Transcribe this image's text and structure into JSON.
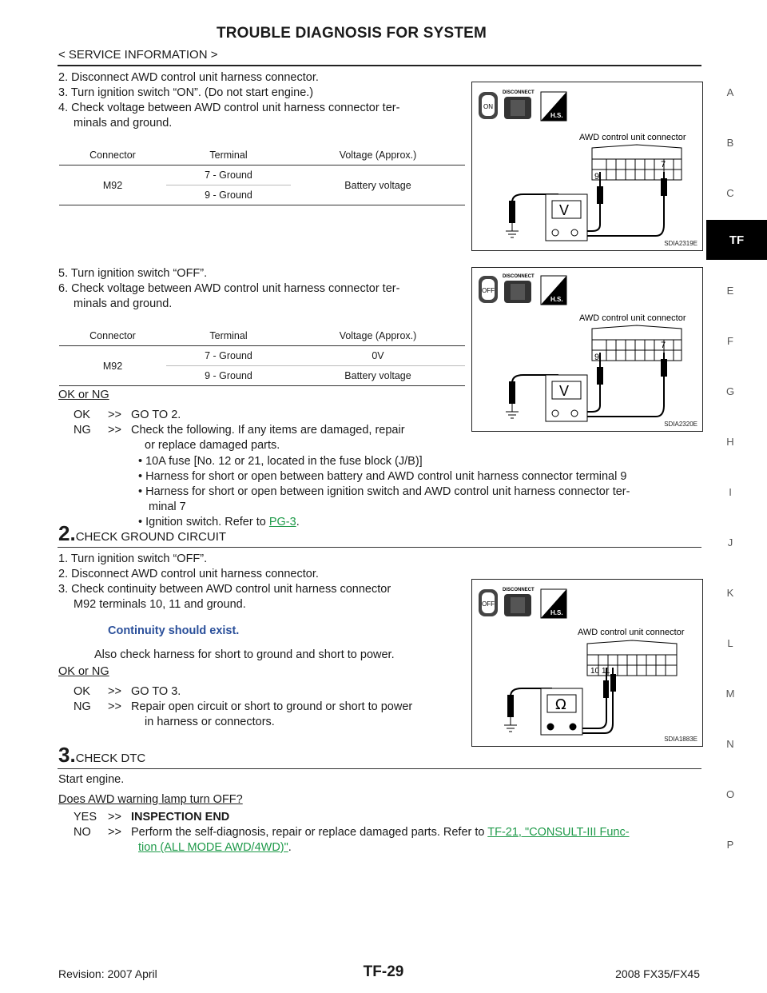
{
  "header": {
    "title": "TROUBLE DIAGNOSIS FOR SYSTEM",
    "subtitle": "< SERVICE INFORMATION >"
  },
  "side_index": {
    "letters": [
      "A",
      "B",
      "C",
      "TF",
      "E",
      "F",
      "G",
      "H",
      "I",
      "J",
      "K",
      "L",
      "M",
      "N",
      "O",
      "P"
    ],
    "active": "TF"
  },
  "step1": {
    "lines": [
      "2. Disconnect AWD control unit harness connector.",
      "3. Turn ignition switch “ON”. (Do not start engine.)",
      "4. Check voltage between AWD control unit harness connector ter-",
      "minals and ground."
    ],
    "table": {
      "headers": [
        "Connector",
        "Terminal",
        "Voltage (Approx.)"
      ],
      "connector": "M92",
      "rows": [
        {
          "terminal": "7 - Ground"
        },
        {
          "terminal": "9 - Ground"
        }
      ],
      "voltage": "Battery voltage"
    },
    "lines2": [
      "5. Turn ignition switch “OFF”.",
      "6. Check voltage between AWD control unit harness connector ter-",
      "minals and ground."
    ],
    "table2": {
      "headers": [
        "Connector",
        "Terminal",
        "Voltage (Approx.)"
      ],
      "connector": "M92",
      "rows": [
        {
          "terminal": "7 - Ground",
          "voltage": "0V"
        },
        {
          "terminal": "9 - Ground",
          "voltage": "Battery voltage"
        }
      ]
    },
    "ok_ng": "OK or NG",
    "ok": {
      "label": "OK",
      "arrow": ">>",
      "text": "GO TO 2."
    },
    "ng": {
      "label": "NG",
      "arrow": ">>",
      "text1": "Check the following. If any items are damaged, repair",
      "text2": "or replace damaged parts."
    },
    "bullets": [
      "• 10A fuse [No. 12 or 21, located in the fuse block (J/B)]",
      "• Harness for short or open between battery and AWD control unit harness connector terminal 9",
      "• Harness for short or open between ignition switch and AWD control unit harness connector ter-",
      "minal 7"
    ],
    "ign_prefix": "• Ignition switch. Refer to ",
    "ign_link": "PG-3",
    "ign_suffix": "."
  },
  "step2": {
    "num": "2.",
    "title": "CHECK GROUND CIRCUIT",
    "lines": [
      "1. Turn ignition switch “OFF”.",
      "2. Disconnect AWD control unit harness connector.",
      "3. Check continuity between AWD control unit harness connector",
      "M92 terminals 10, 11 and ground."
    ],
    "spec": "Continuity should exist.",
    "also": "Also check harness for short to ground and short to power.",
    "ok_ng": "OK or NG",
    "ok": {
      "label": "OK",
      "arrow": ">>",
      "text": "GO TO 3."
    },
    "ng": {
      "label": "NG",
      "arrow": ">>",
      "text1": "Repair open circuit or short to ground or short to power",
      "text2": "in harness or connectors."
    }
  },
  "step3": {
    "num": "3.",
    "title": "CHECK DTC",
    "line": "Start engine.",
    "question": "Does AWD warning lamp turn OFF?",
    "yes": {
      "label": "YES",
      "arrow": ">>",
      "text": "INSPECTION END"
    },
    "no": {
      "label": "NO",
      "arrow": ">>",
      "text1": "Perform the self-diagnosis, repair or replace damaged parts. Refer to ",
      "link1": "TF-21, \"CONSULT-III Func-",
      "link2": "tion (ALL MODE AWD/4WD)\"",
      "suffix": "."
    }
  },
  "figures": [
    {
      "id": "SDIA2319E",
      "switch": "ON",
      "label": "AWD control unit connector",
      "disconnect": "DISCONNECT",
      "hs": "H.S.",
      "meter": "V",
      "pins": [
        "9",
        "7"
      ]
    },
    {
      "id": "SDIA2320E",
      "switch": "OFF",
      "label": "AWD control unit connector",
      "disconnect": "DISCONNECT",
      "hs": "H.S.",
      "meter": "V",
      "pins": [
        "9",
        "7"
      ]
    },
    {
      "id": "SDIA1883E",
      "switch": "OFF",
      "label": "AWD control unit connector",
      "disconnect": "DISCONNECT",
      "hs": "H.S.",
      "meter": "Ω",
      "pins": [
        "10",
        "11"
      ]
    }
  ],
  "footer": {
    "revision": "Revision: 2007 April",
    "page": "TF-29",
    "model": "2008 FX35/FX45"
  }
}
